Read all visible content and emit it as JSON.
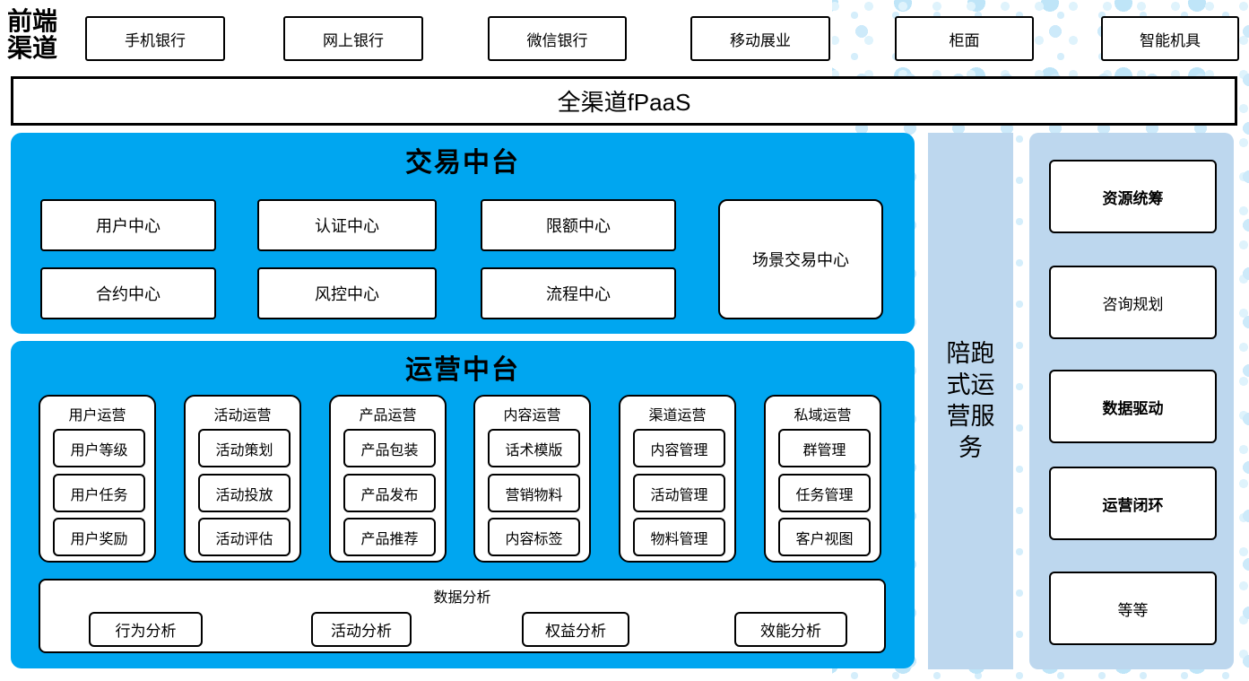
{
  "colors": {
    "panel_blue": "#00a6f0",
    "light_blue": "#bdd7ee",
    "dot_blue": "#cdeafa",
    "border": "#000000"
  },
  "front": {
    "label": "前端渠道",
    "channels": [
      "手机银行",
      "网上银行",
      "微信银行",
      "移动展业",
      "柜面",
      "智能机具"
    ]
  },
  "fpaas": {
    "label": "全渠道fPaaS"
  },
  "trade": {
    "title": "交易中台",
    "row1": [
      "用户中心",
      "认证中心",
      "限额中心"
    ],
    "row2": [
      "合约中心",
      "风控中心",
      "流程中心"
    ],
    "scene": "场景交易中心"
  },
  "ops": {
    "title": "运营中台",
    "groups": [
      {
        "title": "用户运营",
        "items": [
          "用户等级",
          "用户任务",
          "用户奖励"
        ]
      },
      {
        "title": "活动运营",
        "items": [
          "活动策划",
          "活动投放",
          "活动评估"
        ]
      },
      {
        "title": "产品运营",
        "items": [
          "产品包装",
          "产品发布",
          "产品推荐"
        ]
      },
      {
        "title": "内容运营",
        "items": [
          "话术模版",
          "营销物料",
          "内容标签"
        ]
      },
      {
        "title": "渠道运营",
        "items": [
          "内容管理",
          "活动管理",
          "物料管理"
        ]
      },
      {
        "title": "私域运营",
        "items": [
          "群管理",
          "任务管理",
          "客户视图"
        ]
      }
    ],
    "analysis": {
      "title": "数据分析",
      "items": [
        "行为分析",
        "活动分析",
        "权益分析",
        "效能分析"
      ]
    }
  },
  "service_bar": {
    "label": "陪跑式运营服务"
  },
  "right_panel": {
    "items": [
      {
        "label": "资源统筹"
      },
      {
        "label": "咨询规划"
      },
      {
        "label": "数据驱动"
      },
      {
        "label": "运营闭环"
      },
      {
        "label": "等等"
      }
    ]
  }
}
